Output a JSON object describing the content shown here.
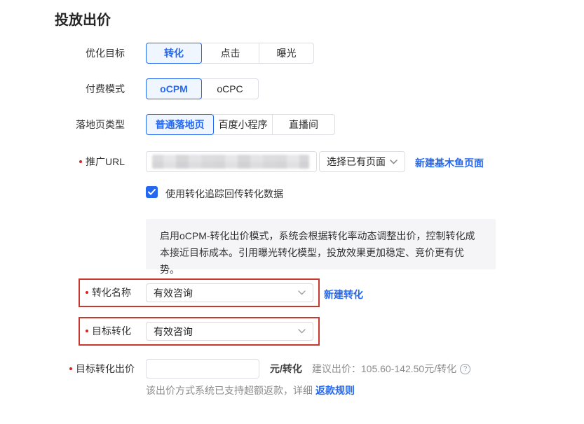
{
  "page": {
    "title": "投放出价"
  },
  "colors": {
    "accent_blue": "#2468F2",
    "accent_blue_bg": "#F0F6FF",
    "highlight_red": "#C9382E",
    "required_dot_red": "#E02020",
    "info_box_bg": "#F5F5F7"
  },
  "fields": {
    "optimization_goal": {
      "label": "优化目标",
      "options": [
        {
          "label": "转化",
          "selected": true
        },
        {
          "label": "点击",
          "selected": false
        },
        {
          "label": "曝光",
          "selected": false
        }
      ]
    },
    "payment_mode": {
      "label": "付费模式",
      "options": [
        {
          "label": "oCPM",
          "selected": true
        },
        {
          "label": "oCPC",
          "selected": false
        }
      ]
    },
    "landing_page_type": {
      "label": "落地页类型",
      "options": [
        {
          "label": "普通落地页",
          "selected": true
        },
        {
          "label": "百度小程序",
          "selected": false
        },
        {
          "label": "直播间",
          "selected": false
        }
      ]
    },
    "promotion_url": {
      "label": "推广URL",
      "required": true,
      "input_value": "",
      "input_redacted": true,
      "select_existing_button": "选择已有页面",
      "create_page_link": "新建基木鱼页面"
    },
    "conversion_tracking_checkbox": {
      "checked": true,
      "label": "使用转化追踪回传转化数据"
    },
    "info_box": {
      "text": "启用oCPM-转化出价模式，系统会根据转化率动态调整出价，控制转化成本接近目标成本。引用曝光转化模型，投放效果更加稳定、竞价更有优势。"
    },
    "conversion_name": {
      "label": "转化名称",
      "required": true,
      "value": "有效咨询",
      "create_conversion_link": "新建转化",
      "highlighted": true
    },
    "target_conversion": {
      "label": "目标转化",
      "required": true,
      "value": "有效咨询",
      "highlighted": true
    },
    "target_conversion_bid": {
      "label": "目标转化出价",
      "required": true,
      "value": "",
      "unit": "元/转化",
      "suggestion": "建议出价：105.60-142.50元/转化",
      "refund_note": "该出价方式系统已支持超额返款，详细",
      "refund_rules_link": "返款规则"
    }
  }
}
